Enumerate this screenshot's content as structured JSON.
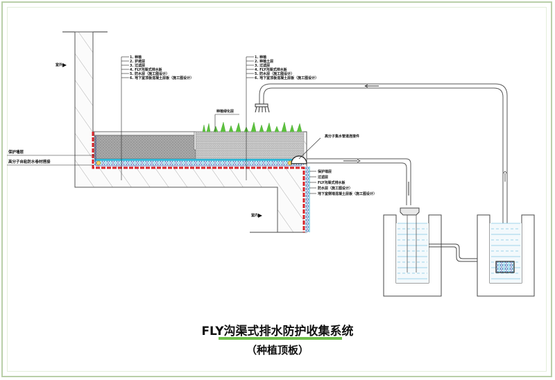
{
  "title": {
    "main": "FLY沟渠式排水防护收集系统",
    "sub": "（种植顶板）"
  },
  "colors": {
    "frame": "#b9cfa8",
    "title_underline": "#6fbf4a",
    "membrane_red": "#d8232a",
    "drain_blue": "#2b3f9e",
    "filter_cyan": "#31b7d6",
    "soil_gray": "#a9a9a9",
    "plant_green": "#5cc23d",
    "water_blue": "#7fc6e4"
  },
  "callouts": {
    "left_stack": [
      "1. 种植",
      "2. 护坡层",
      "3. 过滤层",
      "4. FLY沟渠式排水板",
      "5. 防水层（施工图设计）",
      "6. 地下室顶板混凝土层板（施工图设计）"
    ],
    "right_stack": [
      "1. 种植",
      "2. 种植土层",
      "3. 过滤层",
      "4. FLY沟渠式排水板",
      "5. 防水层（施工图设计）",
      "6. 地下室顶板混凝土层板（施工图设计）"
    ],
    "left_side": [
      "保护墙层",
      "高分子自粘防水卷材搭接"
    ],
    "vegetation": "种植绿化层",
    "collector": "高分子集水管道连接件",
    "wall_stack": [
      "保护墙层",
      "过滤层",
      "FLY沟渠式排水板",
      "防水层（施工图设计）",
      "地下室侧墙混凝土层板（施工图设计）"
    ],
    "level_top": "室外",
    "level_mid": "室内"
  }
}
